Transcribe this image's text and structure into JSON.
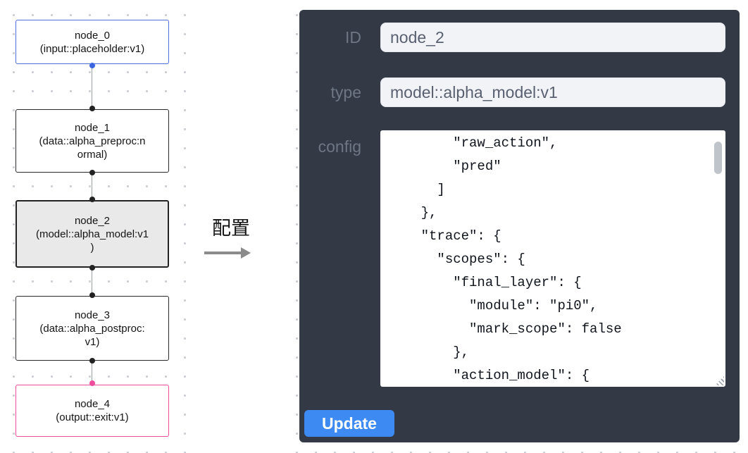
{
  "canvas": {
    "nodes": [
      {
        "name": "node_0",
        "type": "(input::placeholder:v1)"
      },
      {
        "name": "node_1",
        "type": "(data::alpha_preproc:n\normal)"
      },
      {
        "name": "node_2",
        "type": "(model::alpha_model:v1\n)"
      },
      {
        "name": "node_3",
        "type": "(data::alpha_postproc:\nv1)"
      },
      {
        "name": "node_4",
        "type": "(output::exit:v1)"
      }
    ]
  },
  "transfer": {
    "label": "配置"
  },
  "panel": {
    "fields": {
      "id": {
        "label": "ID",
        "value": "node_2"
      },
      "type": {
        "label": "type",
        "value": "model::alpha_model:v1"
      },
      "config": {
        "label": "config"
      }
    },
    "config_text": "        \"raw_action\",\n        \"pred\"\n      ]\n    },\n    \"trace\": {\n      \"scopes\": {\n        \"final_layer\": {\n          \"module\": \"pi0\",\n          \"mark_scope\": false\n        },\n        \"action_model\": {",
    "update_label": "Update"
  },
  "colors": {
    "panel_bg": "#333a46",
    "accent_blue": "#3d8af2",
    "input_node_border": "#4c6fdc",
    "output_node_border": "#ef4c9b",
    "selected_node_bg": "#e9e9e9",
    "field_bg": "#f1f3f6",
    "label_gray": "#6e7684"
  }
}
